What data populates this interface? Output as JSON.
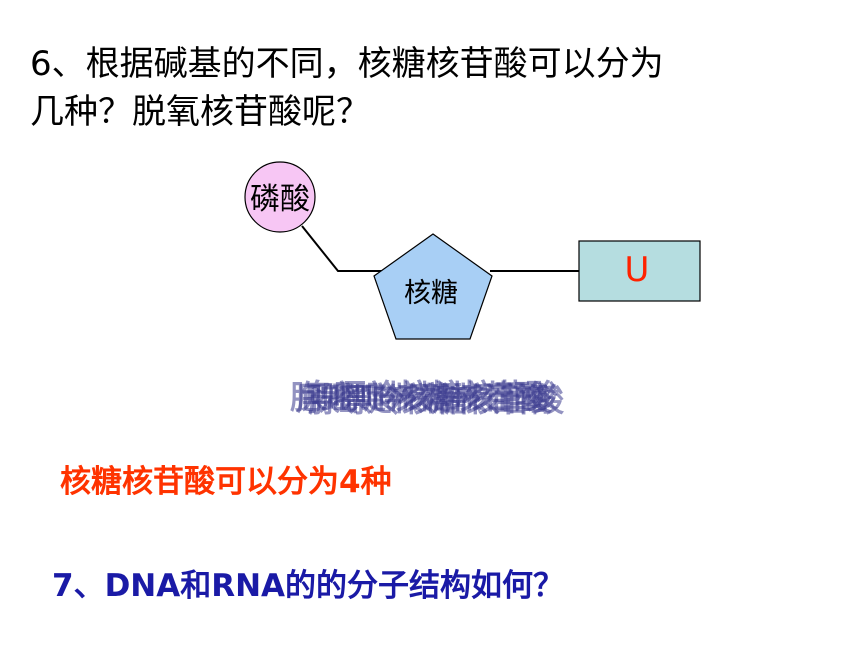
{
  "question6": {
    "line1": "6、根据碱基的不同，核糖核苷酸可以分为",
    "line2": "几种？脱氧核苷酸呢？"
  },
  "diagram": {
    "phosphate_label": "磷酸",
    "sugar_label": "核糖",
    "base_label": "U",
    "colors": {
      "phosphate_fill": "#f7c6f4",
      "sugar_fill": "#a8cff5",
      "base_fill": "#b5dde0",
      "base_text": "#ff2200"
    }
  },
  "overlapping_labels": [
    "胞嘧啶核糖核苷酸",
    "尿嘧啶核糖核苷酸",
    "鸟嘌呤核糖核苷酸",
    "腺嘌呤核糖核苷酸"
  ],
  "answer": "核糖核苷酸可以分为4种",
  "question7": "7、DNA和RNA的的分子结构如何？"
}
